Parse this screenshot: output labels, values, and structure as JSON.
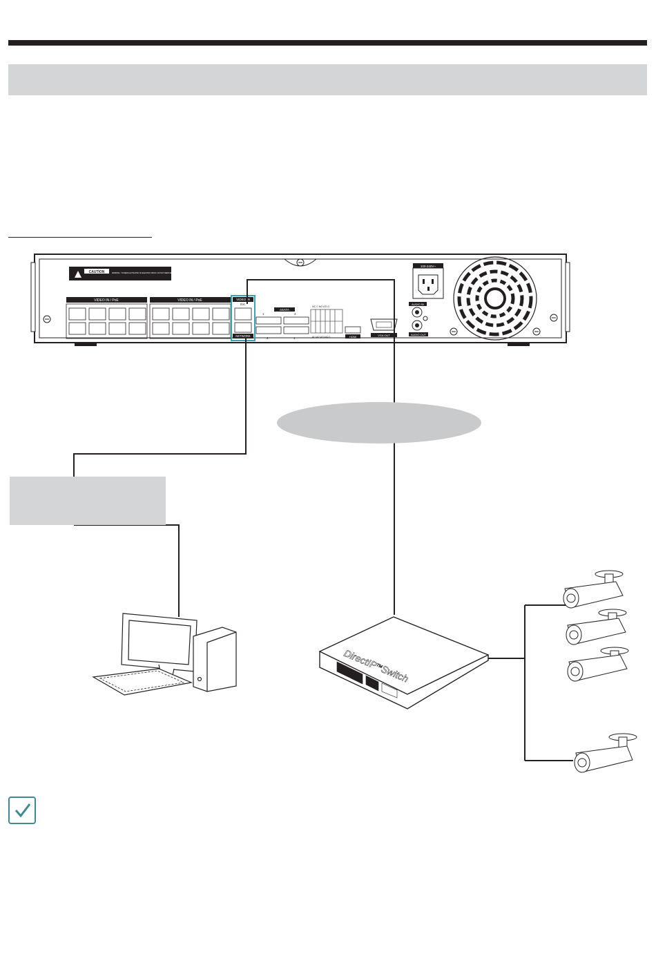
{
  "colors": {
    "rule": "#231f20",
    "title_band": "#d4d5d6",
    "highlight": "#35a5b3",
    "cloud": "#c9cacc",
    "note_icon": "#3d8a93"
  },
  "nvr": {
    "caution_label": "CAUTION",
    "warning_text": "WARNING : TO REDUCE THE RISK OF ELECTRIC SHOCK, DO NOT REMOVE COVER OR BACK. NO USER SERVICEABLE PARTS INSIDE. REFER SERVICING TO QUALIFIED SERVICE PERSONNEL.",
    "video_in_poe_left": "VIDEO IN / PoE",
    "video_in_poe_right": "VIDEO IN / PoE",
    "video_in_ext": "VIDEO IN",
    "ext_label": "Ext.",
    "network_label": "NETWORK",
    "esata_label": "eSATA",
    "esata_ports": [
      "1",
      "3",
      "2",
      "4"
    ],
    "alarm_labels_top": "NC C NO ATI G",
    "alarm_labels_bottom": "AI1 AI2 AI3 AI4 G",
    "hdmi_label": "HDMI",
    "vga_label": "VGA OUT",
    "audio_in_label": "AUDIO IN",
    "audio_out_label": "AUDIO OUT",
    "power_label": "100-240V~"
  },
  "switch": {
    "brand": "DirectIP",
    "tm": "TM",
    "word": "Switch"
  },
  "icons": [
    "screw-icon",
    "caution-triangle-icon",
    "fan-grille-icon",
    "checkmark-icon"
  ]
}
